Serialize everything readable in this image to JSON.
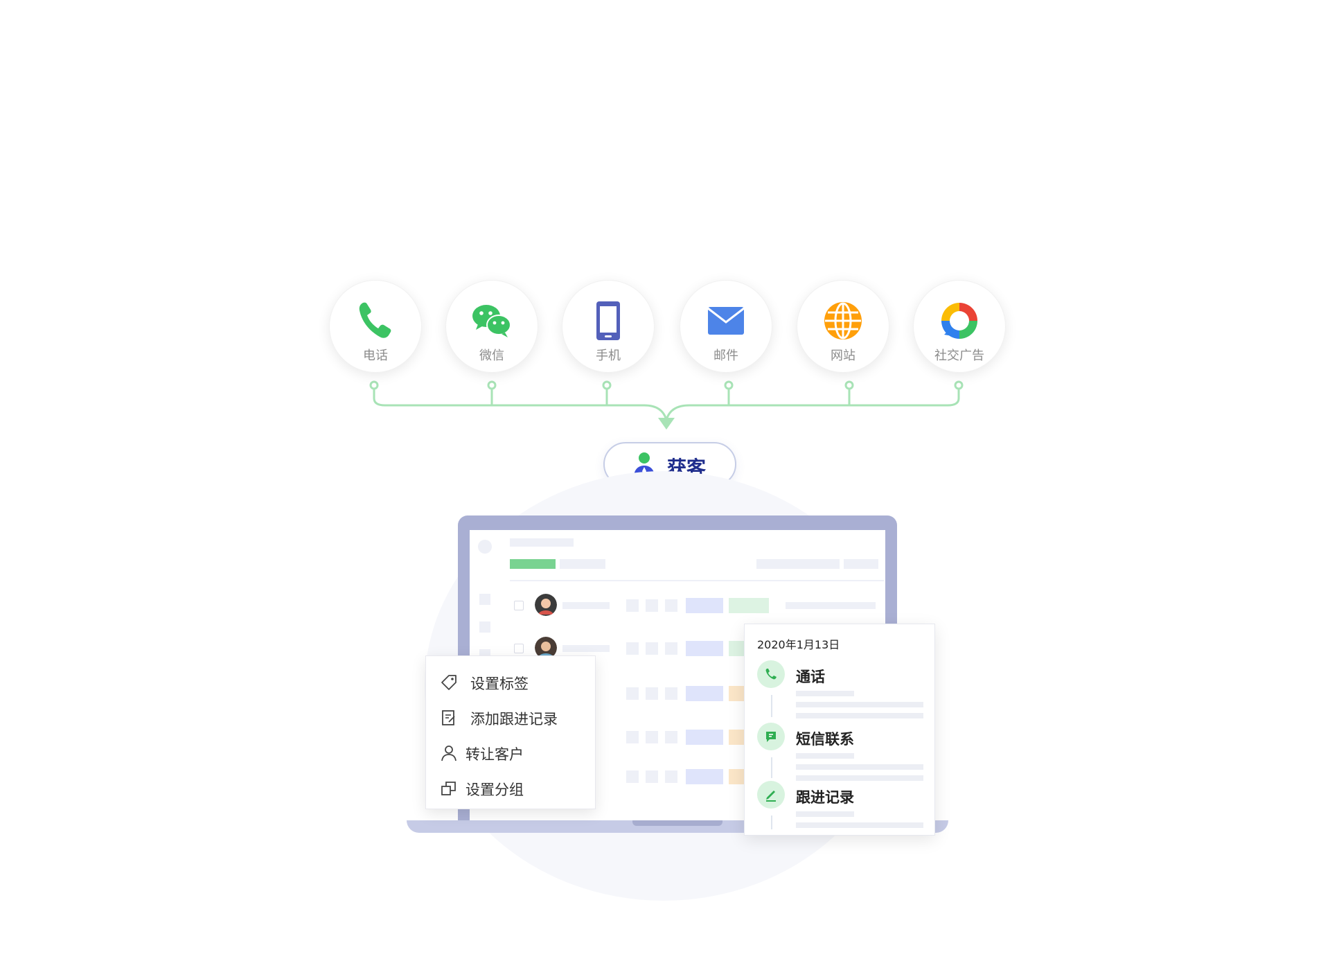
{
  "channels": [
    {
      "label": "电话",
      "icon": "phone-icon"
    },
    {
      "label": "微信",
      "icon": "wechat-icon"
    },
    {
      "label": "手机",
      "icon": "mobile-icon"
    },
    {
      "label": "邮件",
      "icon": "mail-icon"
    },
    {
      "label": "网站",
      "icon": "globe-icon"
    },
    {
      "label": "社交广告",
      "icon": "social-ad-icon"
    }
  ],
  "acquire": {
    "label": "获客",
    "icon": "person-icon"
  },
  "menu": {
    "items": [
      {
        "label": "设置标签",
        "icon": "tag-icon"
      },
      {
        "label": "添加跟进记录",
        "icon": "edit-note-icon"
      },
      {
        "label": "转让客户",
        "icon": "user-icon"
      },
      {
        "label": "设置分组",
        "icon": "group-icon"
      }
    ]
  },
  "timeline": {
    "date": "2020年1月13日",
    "items": [
      {
        "label": "通话",
        "icon": "phone-icon"
      },
      {
        "label": "短信联系",
        "icon": "message-icon"
      },
      {
        "label": "跟进记录",
        "icon": "pen-icon"
      }
    ]
  },
  "colors": {
    "accent_green": "#3cc363",
    "navy": "#1f2d8c",
    "laptop": "#a9afd3"
  }
}
